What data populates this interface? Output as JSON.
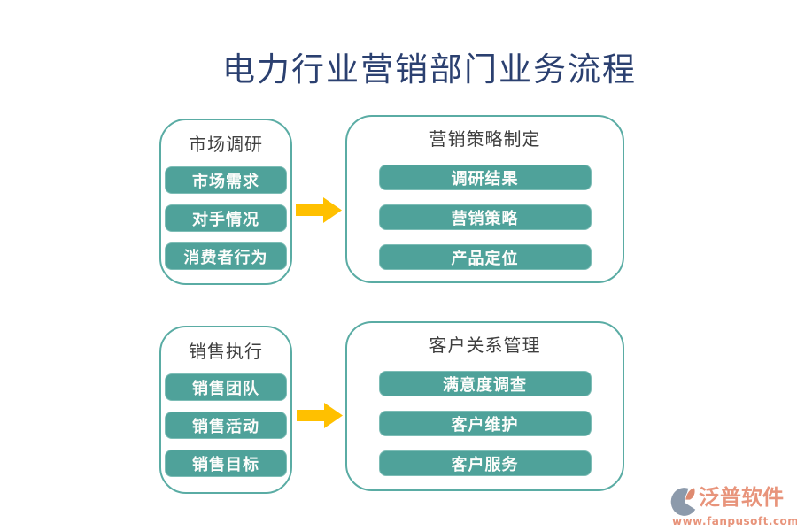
{
  "page": {
    "title": "电力行业营销部门业务流程"
  },
  "groups": [
    {
      "title": "市场调研",
      "items": [
        "市场需求",
        "对手情况",
        "消费者行为"
      ]
    },
    {
      "title": "营销策略制定",
      "items": [
        "调研结果",
        "营销策略",
        "产品定位"
      ]
    },
    {
      "title": "销售执行",
      "items": [
        "销售团队",
        "销售活动",
        "销售目标"
      ]
    },
    {
      "title": "客户关系管理",
      "items": [
        "满意度调查",
        "客户维护",
        "客户服务"
      ]
    }
  ],
  "arrows": [
    {
      "icon": "arrow-right-icon",
      "from": "市场调研",
      "to": "营销策略制定"
    },
    {
      "icon": "arrow-right-icon",
      "from": "销售执行",
      "to": "客户关系管理"
    }
  ],
  "logo": {
    "icon": "fanpu-logo-icon",
    "name": "泛普软件",
    "url": "www.fanpusoft.com"
  },
  "colors": {
    "node_fill": "#4fa29a",
    "node_border": "#7dbdb6",
    "box_border": "#5aaca4",
    "arrow": "#ffc000",
    "title_text": "#2b4070",
    "group_title_text": "#3f3f3f",
    "logo_text": "#e8947b"
  }
}
